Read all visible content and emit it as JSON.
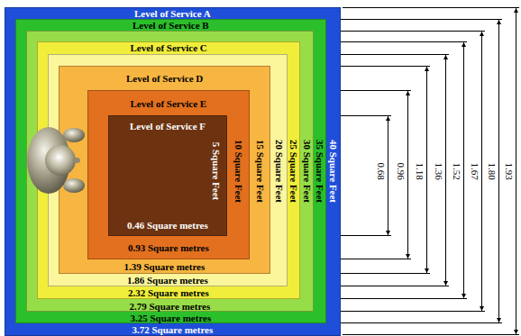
{
  "diagram": {
    "nodes": [
      {
        "text": [
          "Level of Service A",
          "40 Square Feet",
          "3.72 Square metres"
        ]
      },
      {
        "text": [
          "Level of Service B",
          "35 Square Feet",
          "3.25 Square metres"
        ],
        "in": 0
      },
      {
        "text": [
          "30 Square Feet",
          "2.79 Square metres"
        ],
        "in": 1
      },
      {
        "text": [
          "Level of Service C",
          "25 Square Feet",
          "2.32 Square metres"
        ],
        "in": 2
      },
      {
        "text": [
          "20 Square Feet",
          "1.86 Square metres"
        ],
        "in": 3
      },
      {
        "text": [
          "Level of Service D",
          "15 Square Feet",
          "1.39 Square metres"
        ],
        "in": 4
      },
      {
        "text": [
          "Level of Service E",
          "10 Square Feet",
          "0.93 Square metres"
        ],
        "in": 5
      },
      {
        "text": [
          "Level of Service F",
          "5 Square Feet",
          "0.46 Square metres"
        ],
        "in": 6
      }
    ],
    "labels": [
      "0.68",
      "0.96",
      "1.18",
      "1.36",
      "1.52",
      "1.67",
      "1.80",
      "1.93"
    ]
  }
}
